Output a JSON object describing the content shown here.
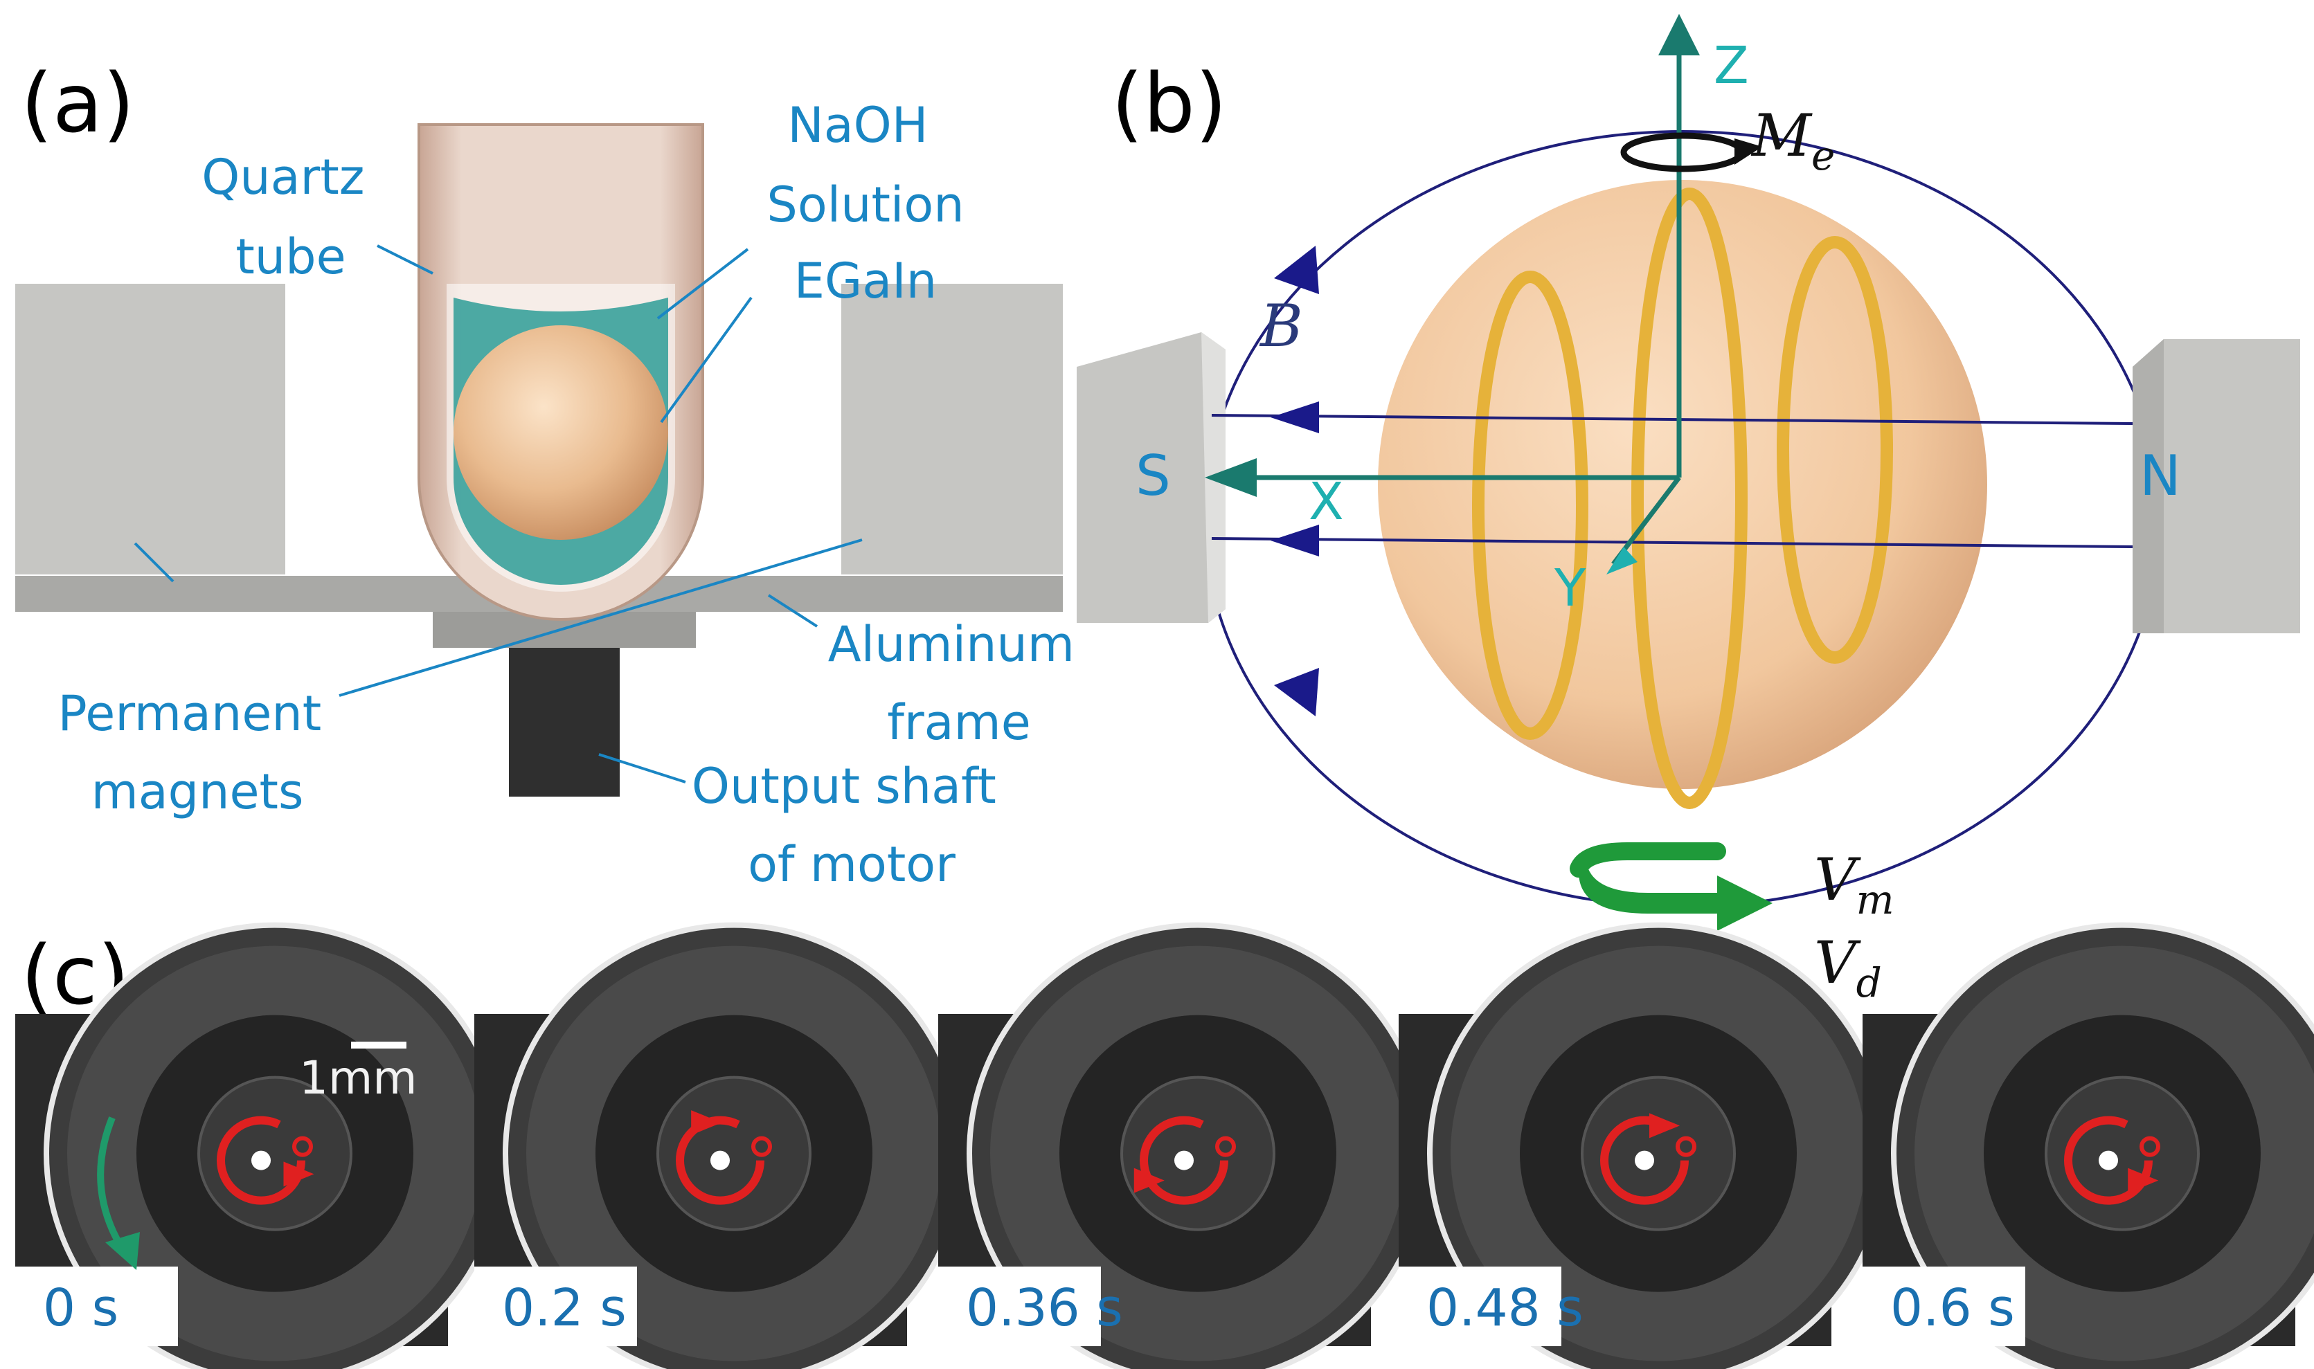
{
  "panels": {
    "a": "(a)",
    "b": "(b)",
    "c": "(c)"
  },
  "panel_a": {
    "labels": {
      "quartz_tube": [
        "Quartz",
        "tube"
      ],
      "naoh_solution": [
        "NaOH",
        "Solution"
      ],
      "egain": "EGaIn",
      "aluminum_frame": [
        "Aluminum",
        "frame"
      ],
      "permanent_magnets": [
        "Permanent",
        "magnets"
      ],
      "output_shaft": [
        "Output shaft",
        "of motor"
      ]
    }
  },
  "panel_b": {
    "axes": {
      "z": "Z",
      "x": "X",
      "y": "Y"
    },
    "poles": {
      "south": "S",
      "north": "N"
    },
    "field": "B",
    "moment": {
      "base": "M",
      "sub": "e"
    },
    "velocities": [
      {
        "base": "V",
        "sub": "m",
        "color": "#1f9a3a"
      },
      {
        "base": "V",
        "sub": "d",
        "color": "#e0566a"
      }
    ]
  },
  "panel_c": {
    "scale_bar": "1mm",
    "frames": [
      {
        "time": "0 s"
      },
      {
        "time": "0.2 s"
      },
      {
        "time": "0.36 s"
      },
      {
        "time": "0.48 s"
      },
      {
        "time": "0.6 s"
      }
    ]
  },
  "colors": {
    "label_blue": "#1a86c4",
    "field_line": "#1f1f7a",
    "axis_teal": "#1a7a6e",
    "coil": "#e6b23a",
    "sphere": "#f2c49a",
    "marker_red": "#e02020"
  }
}
